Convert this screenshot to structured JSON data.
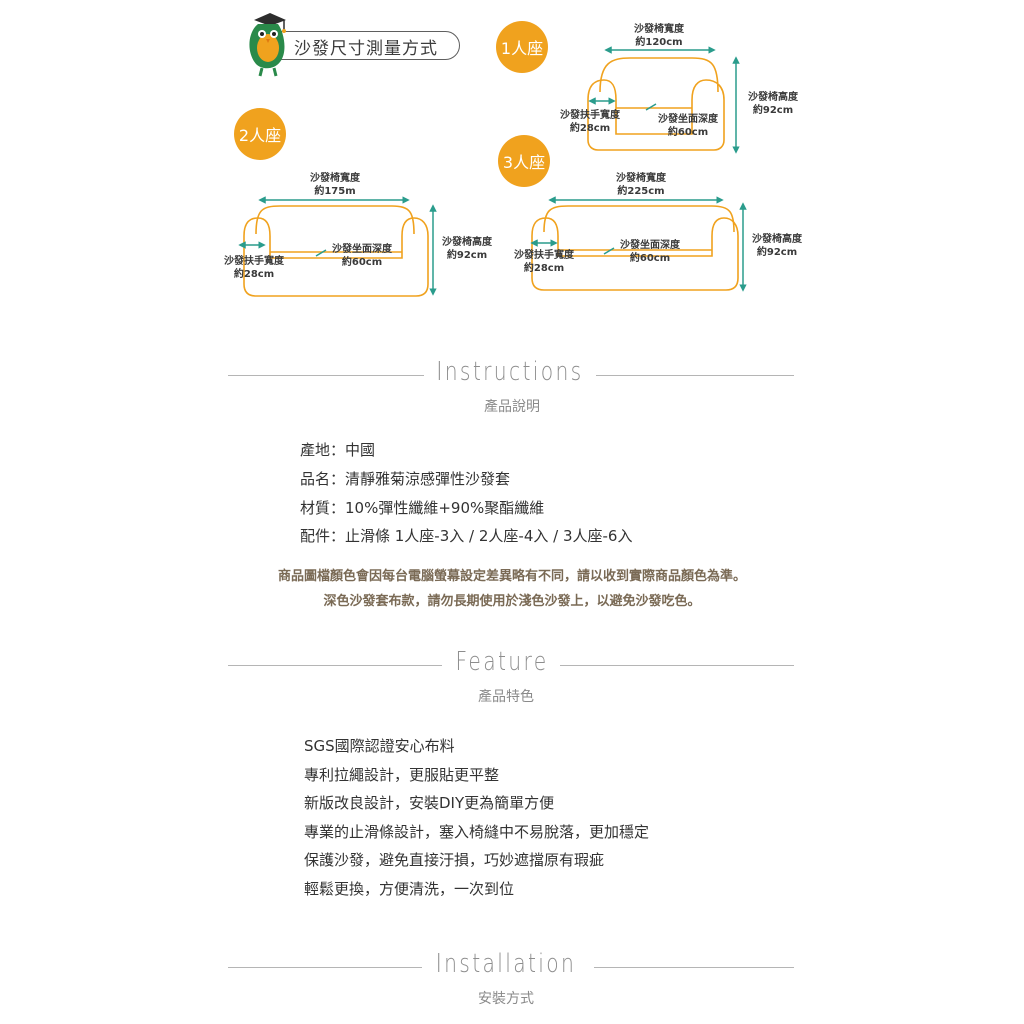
{
  "header": {
    "title": "沙發尺寸測量方式",
    "mascot_icon": "owl-mascot-icon"
  },
  "sizes": {
    "one_seat": {
      "badge": "1人座",
      "width_label": "沙發椅寬度",
      "width_value": "約120cm",
      "height_label": "沙發椅高度",
      "height_value": "約92cm",
      "arm_label": "沙發扶手寬度",
      "arm_value": "約28cm",
      "depth_label": "沙發坐面深度",
      "depth_value": "約60cm"
    },
    "two_seat": {
      "badge": "2人座",
      "width_label": "沙發椅寬度",
      "width_value": "約175m",
      "height_label": "沙發椅高度",
      "height_value": "約92cm",
      "arm_label": "沙發扶手寬度",
      "arm_value": "約28cm",
      "depth_label": "沙發坐面深度",
      "depth_value": "約60cm"
    },
    "three_seat": {
      "badge": "3人座",
      "width_label": "沙發椅寬度",
      "width_value": "約225cm",
      "height_label": "沙發椅高度",
      "height_value": "約92cm",
      "arm_label": "沙發扶手寬度",
      "arm_value": "約28cm",
      "depth_label": "沙發坐面深度",
      "depth_value": "約60cm"
    }
  },
  "instructions": {
    "title": "Instructions",
    "subtitle": "產品說明",
    "lines": [
      "產地：中國",
      "品名：清靜雅菊涼感彈性沙發套",
      "材質：10%彈性纖維+90%聚酯纖維",
      "配件：止滑條  1人座-3入 / 2人座-4入 / 3人座-6入"
    ],
    "notice": [
      "商品圖檔顏色會因每台電腦螢幕設定差異略有不同，請以收到實際商品顏色為準。",
      "深色沙發套布款，請勿長期使用於淺色沙發上，以避免沙發吃色。"
    ]
  },
  "feature": {
    "title": "Feature",
    "subtitle": "產品特色",
    "lines": [
      "SGS國際認證安心布料",
      "專利拉繩設計，更服貼更平整",
      "新版改良設計，安裝DIY更為簡單方便",
      "專業的止滑條設計，塞入椅縫中不易脫落，更加穩定",
      "保護沙發，避免直接汙損，巧妙遮擋原有瑕疵",
      "輕鬆更換，方便清洗，一次到位"
    ]
  },
  "installation": {
    "title": "Installation",
    "subtitle": "安裝方式"
  },
  "colors": {
    "accent_orange": "#f0a21e",
    "dimension_teal": "#2a9c8c",
    "notice_brown": "#7a6a55"
  }
}
